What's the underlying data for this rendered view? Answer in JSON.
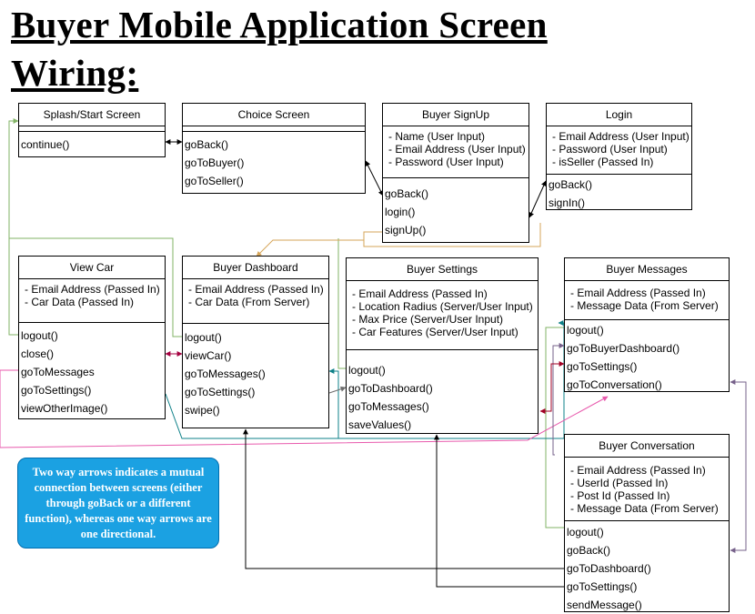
{
  "title": {
    "line1": "Buyer Mobile Application Screen",
    "line2": "Wiring:"
  },
  "screens": {
    "splash": {
      "name": "Splash/Start Screen",
      "attributes": [],
      "operations": [
        "continue()"
      ]
    },
    "choice": {
      "name": "Choice Screen",
      "attributes": [],
      "operations": [
        "goBack()",
        "goToBuyer()",
        "goToSeller()"
      ]
    },
    "signup": {
      "name": "Buyer SignUp",
      "attributes": [
        "- Name (User Input)",
        "- Email Address (User Input)",
        "- Password (User Input)"
      ],
      "operations": [
        "goBack()",
        "login()",
        "signUp()"
      ]
    },
    "login": {
      "name": "Login",
      "attributes": [
        "- Email Address (User Input)",
        "- Password (User Input)",
        "- isSeller (Passed In)"
      ],
      "operations": [
        "goBack()",
        "signIn()"
      ]
    },
    "viewcar": {
      "name": "View Car",
      "attributes": [
        "- Email Address (Passed In)",
        "- Car Data (Passed In)"
      ],
      "operations": [
        "logout()",
        "close()",
        "goToMessages",
        "goToSettings()",
        "viewOtherImage()"
      ]
    },
    "dashboard": {
      "name": "Buyer Dashboard",
      "attributes": [
        "- Email Address (Passed In)",
        "- Car Data (From Server)"
      ],
      "operations": [
        "logout()",
        "viewCar()",
        "goToMessages()",
        "goToSettings()",
        "swipe()"
      ]
    },
    "settings": {
      "name": "Buyer Settings",
      "attributes": [
        "- Email Address (Passed In)",
        "- Location Radius (Server/User Input)",
        "- Max Price (Server/User Input)",
        "- Car Features (Server/User Input)"
      ],
      "operations": [
        "logout()",
        "goToDashboard()",
        "goToMessages()",
        "saveValues()"
      ]
    },
    "messages": {
      "name": "Buyer Messages",
      "attributes": [
        "- Email Address (Passed In)",
        "- Message Data (From Server)"
      ],
      "operations": [
        "logout()",
        "goToBuyerDashboard()",
        "goToSettings()",
        "goToConversation()"
      ]
    },
    "conversation": {
      "name": "Buyer Conversation",
      "attributes": [
        "- Email Address (Passed In)",
        "- UserId (Passed In)",
        "- Post Id (Passed In)",
        "- Message Data (From Server)"
      ],
      "operations": [
        "logout()",
        "goBack()",
        "goToDashboard()",
        "goToSettings()",
        "sendMessage()"
      ]
    }
  },
  "note": {
    "text": "Two way arrows indicates a mutual connection between screens (either through goBack or a different function), whereas one way arrows are one directional."
  },
  "colors": {
    "note_fill": "#1ba1e2",
    "green": "#82b366",
    "orange": "#d6a65a",
    "crimson": "#a50040",
    "teal": "#0e8088",
    "pink": "#e85aad",
    "gray": "#6c6c6c",
    "purple": "#76608a",
    "dark_red": "#a20025"
  }
}
